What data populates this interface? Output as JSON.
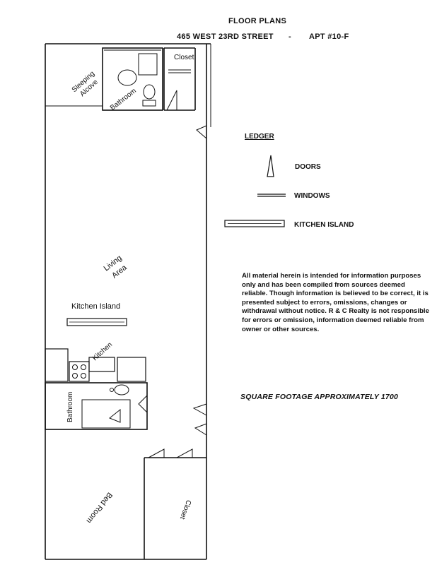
{
  "header": {
    "title": "FLOOR   PLANS",
    "address": "465 WEST 23RD STREET",
    "separator": "-",
    "apartment": "APT #10-F"
  },
  "legend": {
    "title": "LEDGER",
    "doors": "DOORS",
    "windows": "WINDOWS",
    "kitchen_island": "KITCHEN ISLAND"
  },
  "rooms": {
    "sleeping_alcove": "Sleeping Alcove",
    "bathroom_top": "Bathroom",
    "closet_top": "Closet",
    "living_area": "Living Area",
    "kitchen_island": "Kitchen Island",
    "kitchen": "Kitchen",
    "bathroom_bottom": "Bathroom",
    "bed_room": "Bed Room",
    "closet_bottom": "Closet"
  },
  "disclaimer": "All material herein is intended for information purposes only and has been compiled from sources deemed reliable. Though information is believed to be correct, it is presented subject to errors, omissions, changes or withdrawal without notice. R & C Realty is not responsible for errors or omission, information deemed reliable from owner or other sources.",
  "square_footage": "SQUARE FOOTAGE APPROXIMATELY 1700"
}
